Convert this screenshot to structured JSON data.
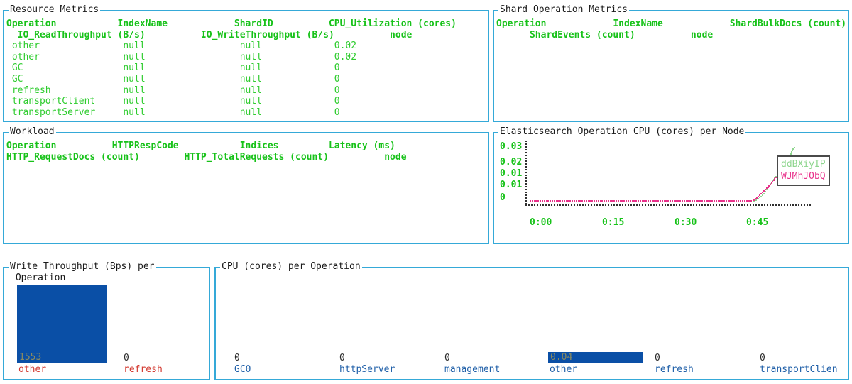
{
  "panels": {
    "resource_metrics": {
      "title": "Resource Metrics",
      "header_line1": "Operation           IndexName            ShardID          CPU_Utilization (cores)",
      "header_line2": "  IO_ReadThroughput (B/s)          IO_WriteThroughput (B/s)          node",
      "columns": [
        "Operation",
        "IndexName",
        "ShardID",
        "CPU_Utilization (cores)",
        "IO_ReadThroughput (B/s)",
        "IO_WriteThroughput (B/s)",
        "node"
      ],
      "rows": [
        " other               null                 null             0.02",
        " other               null                 null             0.02",
        " GC                  null                 null             0",
        " GC                  null                 null             0",
        " refresh             null                 null             0",
        " transportClient     null                 null             0",
        " transportServer     null                 null             0"
      ]
    },
    "shard_operation_metrics": {
      "title": "Shard Operation Metrics",
      "header_line1": "Operation            IndexName            ShardBulkDocs (count)",
      "header_line2": "      ShardEvents (count)          node",
      "columns": [
        "Operation",
        "IndexName",
        "ShardBulkDocs (count)",
        "ShardEvents (count)",
        "node"
      ],
      "rows": []
    },
    "workload": {
      "title": "Workload",
      "header_line1": "Operation          HTTPRespCode           Indices         Latency (ms)",
      "header_line2": "HTTP_RequestDocs (count)        HTTP_TotalRequests (count)          node",
      "columns": [
        "Operation",
        "HTTPRespCode",
        "Indices",
        "Latency (ms)",
        "HTTP_RequestDocs (count)",
        "HTTP_TotalRequests (count)",
        "node"
      ],
      "rows": []
    },
    "es_operation_cpu": {
      "title": "Elasticsearch Operation CPU (cores) per Node"
    },
    "write_throughput": {
      "title": "Write Throughput (Bps) per\n Operation"
    },
    "cpu_per_operation": {
      "title": "CPU (cores) per Operation"
    }
  },
  "chart_data": [
    {
      "id": "es-operation-cpu-line",
      "type": "line",
      "title": "Elasticsearch Operation CPU (cores) per Node",
      "xlabel": "",
      "ylabel": "",
      "yticks": [
        "0.03",
        "0.02",
        "0.01",
        "0.01",
        "0"
      ],
      "ylim": [
        0,
        0.03
      ],
      "xticks": [
        "0:00",
        "0:15",
        "0:30",
        "0:45"
      ],
      "grid": false,
      "legend_position": "right",
      "series": [
        {
          "name": "ddBXiyIP",
          "color": "#8fd68f",
          "points": [
            [
              0.8,
              0.0
            ],
            [
              0.815,
              0.001
            ],
            [
              0.825,
              0.0025
            ],
            [
              0.835,
              0.004
            ],
            [
              0.845,
              0.006
            ],
            [
              0.855,
              0.0085
            ],
            [
              0.862,
              0.01
            ],
            [
              0.87,
              0.0115
            ],
            [
              0.878,
              0.013
            ],
            [
              0.886,
              0.0145
            ],
            [
              0.893,
              0.016
            ],
            [
              0.9,
              0.0175
            ],
            [
              0.906,
              0.019
            ],
            [
              0.913,
              0.0205
            ],
            [
              0.919,
              0.0215
            ],
            [
              0.925,
              0.0235
            ],
            [
              0.931,
              0.0255
            ],
            [
              0.937,
              0.0275
            ],
            [
              0.943,
              0.029
            ]
          ]
        },
        {
          "name": "WJMhJObQ",
          "color": "#e8308a",
          "points": [
            [
              0.0,
              0.0
            ],
            [
              0.05,
              0.0
            ],
            [
              0.1,
              0.0
            ],
            [
              0.15,
              0.0
            ],
            [
              0.2,
              0.0
            ],
            [
              0.25,
              0.0
            ],
            [
              0.3,
              0.0
            ],
            [
              0.35,
              0.0
            ],
            [
              0.4,
              0.0
            ],
            [
              0.45,
              0.0
            ],
            [
              0.5,
              0.0
            ],
            [
              0.55,
              0.0
            ],
            [
              0.6,
              0.0
            ],
            [
              0.65,
              0.0
            ],
            [
              0.7,
              0.0
            ],
            [
              0.75,
              0.0
            ],
            [
              0.79,
              0.0
            ],
            [
              0.8,
              0.0005
            ],
            [
              0.81,
              0.0015
            ],
            [
              0.82,
              0.003
            ],
            [
              0.83,
              0.0045
            ],
            [
              0.84,
              0.006
            ],
            [
              0.85,
              0.0075
            ],
            [
              0.858,
              0.009
            ],
            [
              0.866,
              0.0105
            ],
            [
              0.874,
              0.012
            ],
            [
              0.882,
              0.0135
            ],
            [
              0.89,
              0.015
            ],
            [
              0.897,
              0.0165
            ],
            [
              0.904,
              0.018
            ],
            [
              0.911,
              0.0195
            ],
            [
              0.918,
              0.0205
            ],
            [
              0.925,
              0.021
            ]
          ]
        }
      ],
      "legend": [
        {
          "label": "ddBXiyIP",
          "color": "#8fd68f"
        },
        {
          "label": "WJMhJObQ",
          "color": "#e8308a"
        }
      ]
    },
    {
      "id": "write-throughput-bar",
      "type": "bar",
      "title": "Write Throughput (Bps) per Operation",
      "xlabel": "",
      "ylabel": "",
      "categories": [
        "other",
        "refresh"
      ],
      "values": [
        1553,
        0
      ],
      "value_labels": [
        "1553",
        "0"
      ],
      "ylim": [
        0,
        1553
      ],
      "bar_color": "#1263ac",
      "label_color": "#e8453c"
    },
    {
      "id": "cpu-per-operation-bar",
      "type": "bar",
      "title": "CPU (cores) per Operation",
      "xlabel": "",
      "ylabel": "",
      "categories": [
        "GC0",
        "httpServer",
        "management",
        "other",
        "refresh",
        "transportClien"
      ],
      "values": [
        0,
        0,
        0,
        0.04,
        0,
        0
      ],
      "value_labels": [
        "0",
        "0",
        "0",
        "0.04",
        "0",
        "0"
      ],
      "ylim": [
        0,
        0.04
      ],
      "bar_color": "#1263ac",
      "label_color": "#1f6fc4"
    }
  ],
  "colors": {
    "panel_border": "#35a9d8",
    "metric_text": "#17c219",
    "bar_fill": "#1263ac",
    "bar_value_inside": "#8a8a60",
    "label_red": "#e8453c",
    "label_blue": "#1f6fc4",
    "series_green": "#8fd68f",
    "series_magenta": "#e8308a",
    "axis_dot": "#303030"
  }
}
